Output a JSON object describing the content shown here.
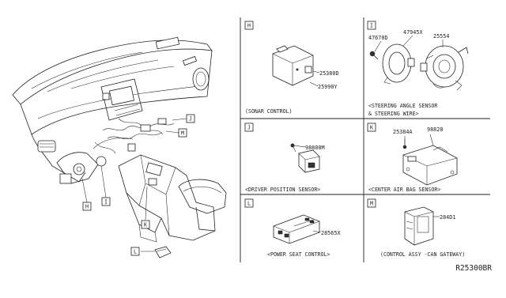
{
  "overview": {
    "callouts": [
      "H",
      "I",
      "J",
      "K",
      "L",
      "M"
    ]
  },
  "panels": {
    "H": {
      "letter": "H",
      "parts": [
        "25380D",
        "25990Y"
      ],
      "caption": "(SONAR CONTROL)"
    },
    "I": {
      "letter": "I",
      "parts": [
        "47670D",
        "47945X",
        "25554"
      ],
      "caption_line1": "<STEERING ANGLE SENSOR",
      "caption_line2": "& STEERING WIRE>"
    },
    "J": {
      "letter": "J",
      "parts": [
        "98800M"
      ],
      "caption": "<DRIVER POSITION SENSOR>"
    },
    "K": {
      "letter": "K",
      "parts": [
        "25384A",
        "98820"
      ],
      "caption": "<CENTER AIR BAG SENSOR>"
    },
    "L": {
      "letter": "L",
      "parts": [
        "28565X"
      ],
      "caption": "<POWER SEAT CONTROL>"
    },
    "M": {
      "letter": "M",
      "parts": [
        "284D1"
      ],
      "caption": "(CONTROL ASSY -CAN GATEWAY)"
    }
  },
  "diagram_ref": "R25300BR"
}
